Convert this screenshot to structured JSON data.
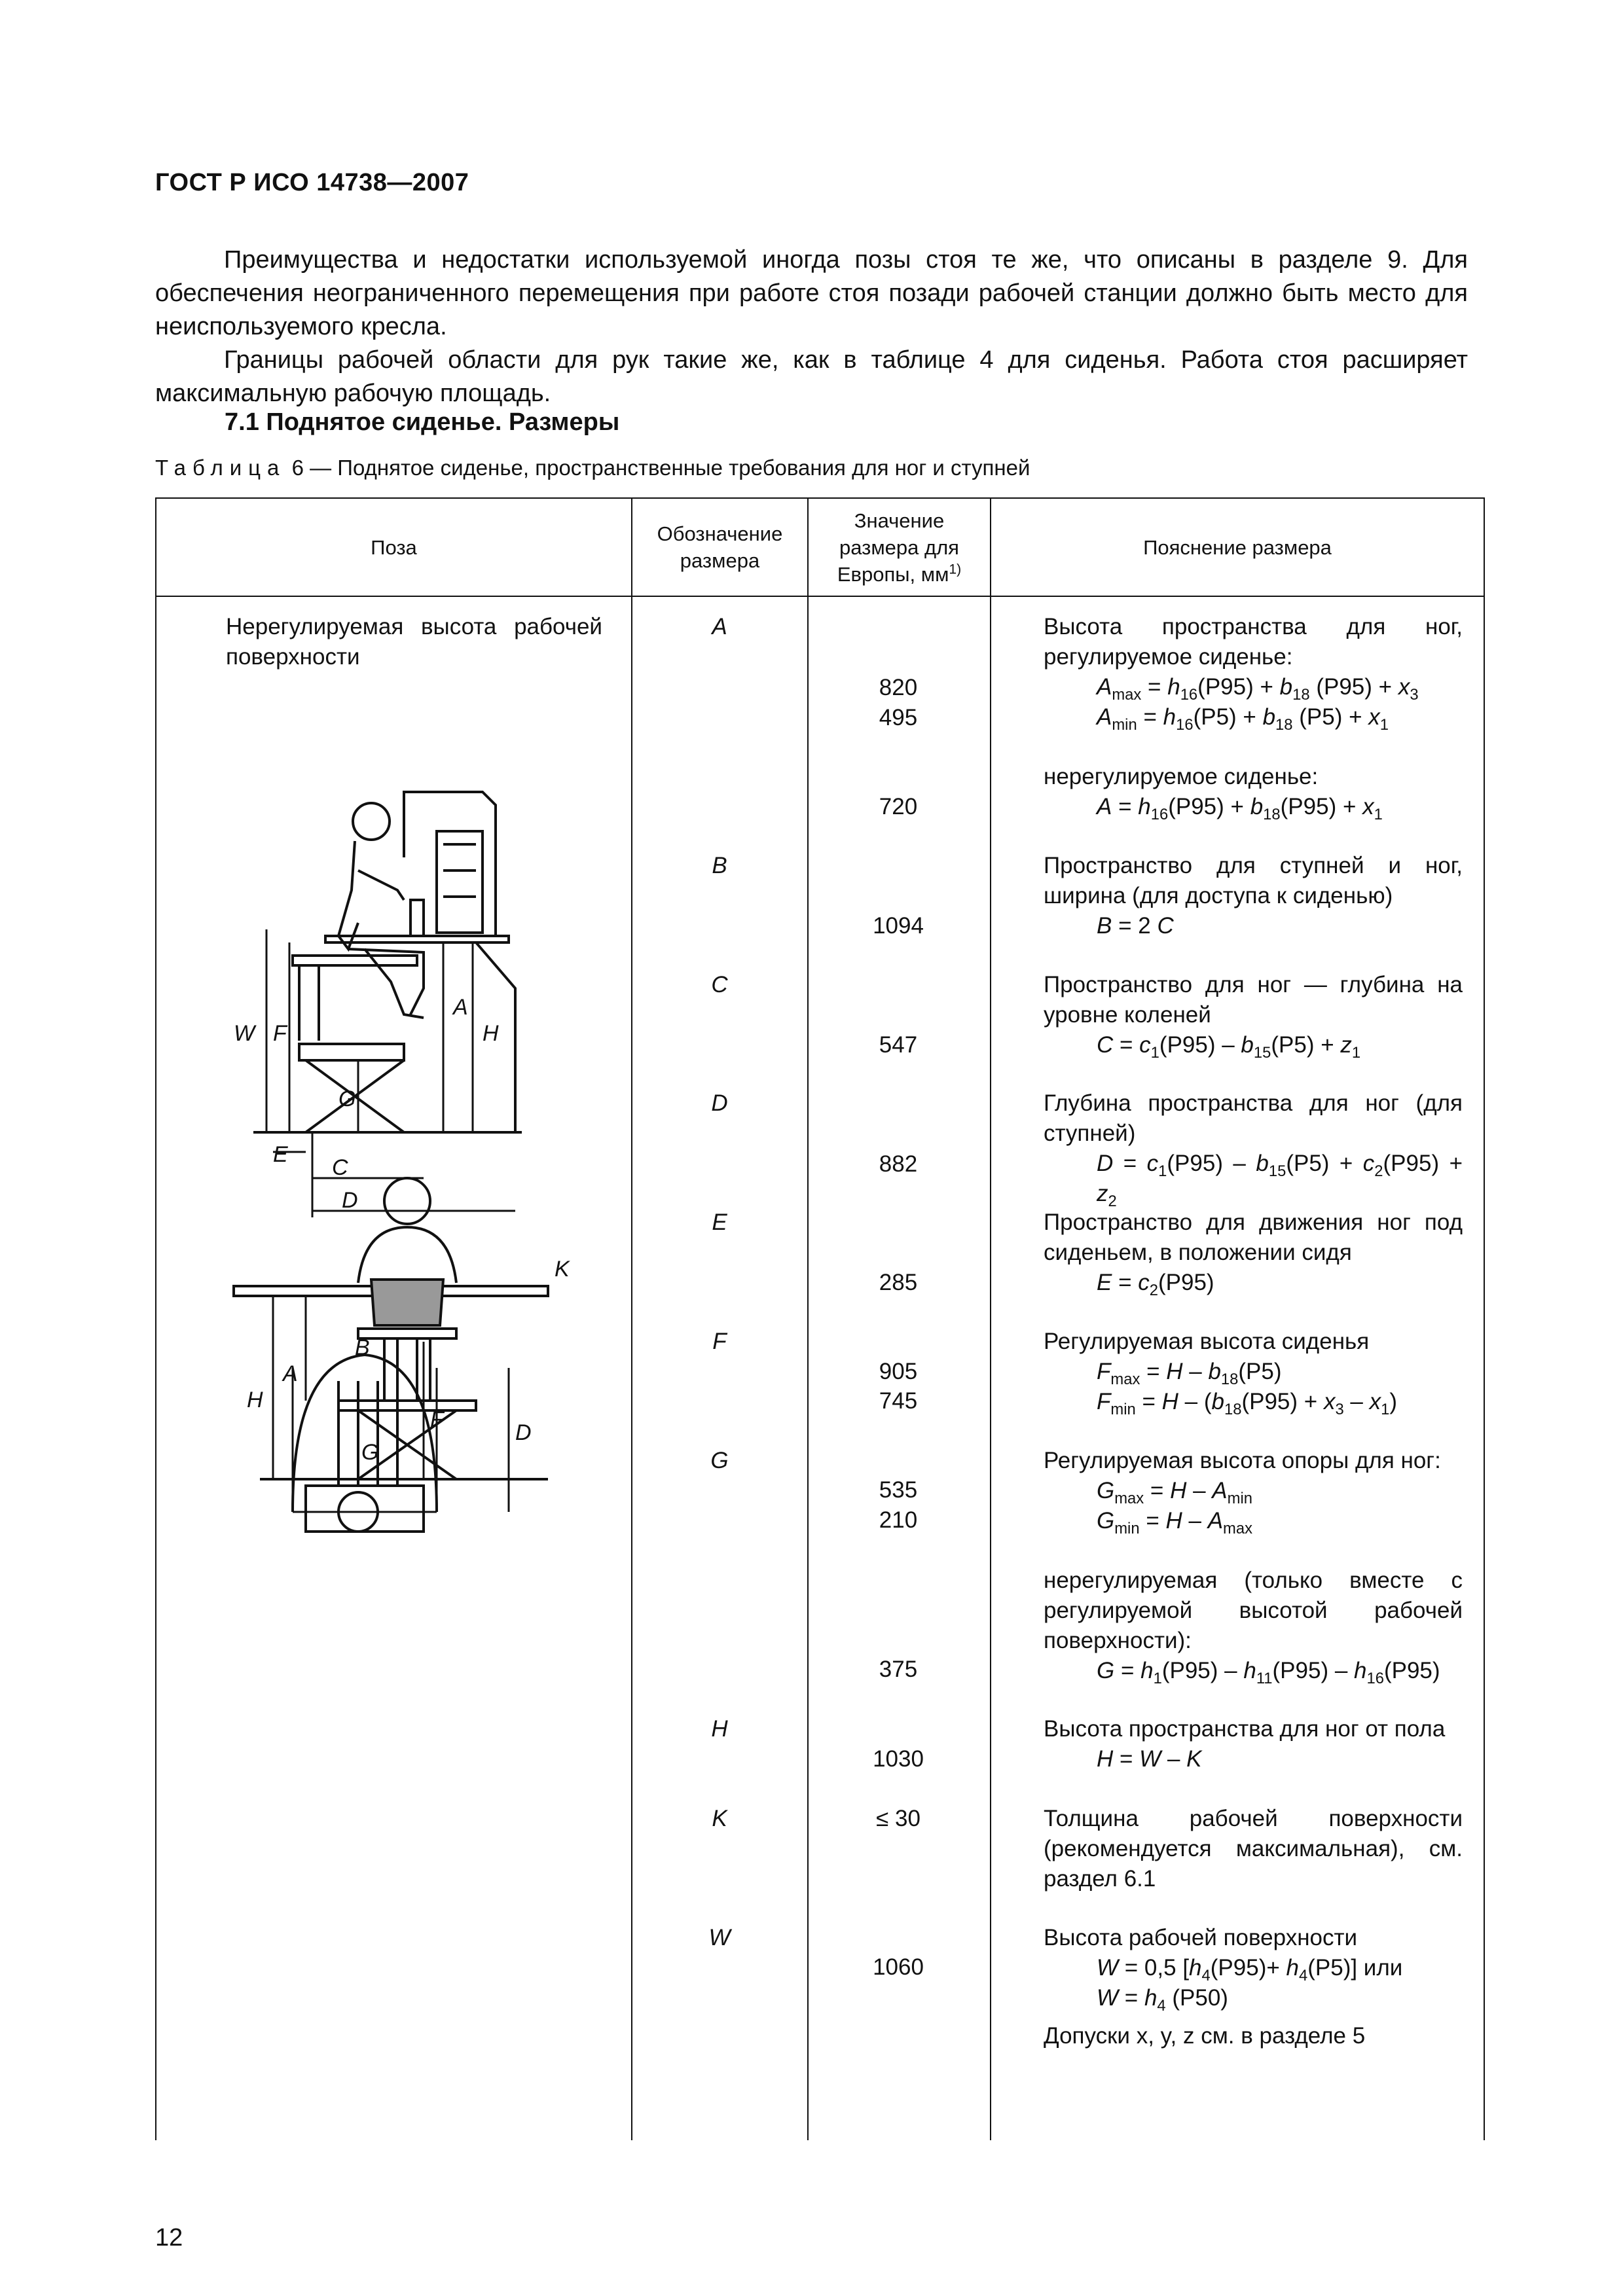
{
  "header": {
    "title": "ГОСТ Р ИСО 14738—2007"
  },
  "paragraphs": [
    "Преимущества и недостатки используемой иногда позы стоя те же, что описаны в разделе 9. Для обеспечения неограниченного перемещения при работе стоя позади рабочей станции должно быть место для неиспользуемого кресла.",
    "Границы рабочей области для рук такие же, как в таблице 4 для сиденья. Работа стоя расширяет максимальную рабочую площадь."
  ],
  "section_heading": "7.1 Поднятое сиденье. Размеры",
  "table_caption": {
    "label": "Таблица",
    "number": "6",
    "text": "— Поднятое сиденье, пространственные требования для ног и ступней"
  },
  "table": {
    "headers": {
      "posture": "Поза",
      "symbol_line1": "Обозначение",
      "symbol_line2": "размера",
      "value_line1": "Значение",
      "value_line2": "размера для",
      "value_line3": "Европы, мм",
      "value_note": "1)",
      "explanation": "Пояснение размера"
    },
    "posture_text": "Нерегулируемая высота рабочей поверхности",
    "figure_labels": [
      "W",
      "F",
      "G",
      "A",
      "H",
      "E",
      "C",
      "D",
      "K",
      "A",
      "H",
      "G",
      "F",
      "B",
      "D"
    ],
    "rows": {
      "A": {
        "symbol": "A",
        "values": [
          "820",
          "495",
          "720"
        ],
        "expl1": "Высота пространства для ног, регулируемое сиденье:",
        "expl2": "нерегулируемое сиденье:"
      },
      "B": {
        "symbol": "B",
        "values": [
          "1094"
        ],
        "expl1": "Пространство для ступней и ног, ширина (для доступа к сиденью)"
      },
      "C": {
        "symbol": "C",
        "values": [
          "547"
        ],
        "expl1": "Пространство для ног — глубина на уровне коленей"
      },
      "D": {
        "symbol": "D",
        "values": [
          "882"
        ],
        "expl1": "Глубина пространства для ног (для ступней)"
      },
      "E": {
        "symbol": "E",
        "values": [
          "285"
        ],
        "expl1": "Пространство для движения ног под сиденьем, в положении сидя"
      },
      "F": {
        "symbol": "F",
        "values": [
          "905",
          "745"
        ],
        "expl1": "Регулируемая высота сиденья"
      },
      "G": {
        "symbol": "G",
        "values": [
          "535",
          "210",
          "375"
        ],
        "expl1": "Регулируемая высота опоры для ног:",
        "expl2": "нерегулируемая (только вместе с регулируемой высотой рабочей поверхности):"
      },
      "H": {
        "symbol": "H",
        "values": [
          "1030"
        ],
        "expl1": "Высота пространства для ног от пола"
      },
      "K": {
        "symbol": "K",
        "values": [
          "≤ 30"
        ],
        "expl1": "Толщина рабочей поверхности (рекомендуется максимальная), см. раздел 6.1"
      },
      "W": {
        "symbol": "W",
        "values": [
          "1060"
        ],
        "expl1": "Высота рабочей поверхности",
        "expl_last": "Допуски x, y, z см. в разделе 5"
      }
    }
  },
  "page_number": "12"
}
